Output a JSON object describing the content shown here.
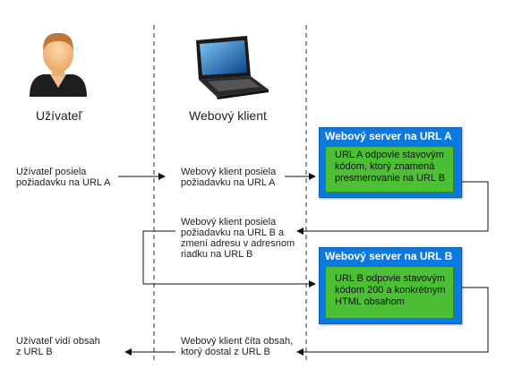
{
  "actors": {
    "user": "Užívateľ",
    "client": "Webový klient"
  },
  "messages": {
    "user_request": [
      "Užívateľ posiela",
      "požiadavku na URL A"
    ],
    "client_request_a": [
      "Webový klient posiela",
      "požiadavku na URL A"
    ],
    "client_request_b": [
      "Webový klient posiela",
      "požiadavku na URL B a",
      "zmení adresu v adresnom",
      "riadku na URL B"
    ],
    "user_sees": [
      "Užívateľ vidí obsah",
      "z URL B"
    ],
    "client_reads": [
      "Webový klient číta obsah,",
      "ktorý dostal z URL B"
    ]
  },
  "server_a": {
    "title": "Webový server na URL A",
    "body": [
      "URL A odpovie stavovým",
      "kódom, ktorý znamená",
      "presmerovanie na URL B"
    ]
  },
  "server_b": {
    "title": "Webový server na URL B",
    "body": [
      "URL B odpovie stavovým",
      "kódom 200 a konkrétnym",
      "HTML obsahom"
    ]
  },
  "icons": [
    "user-avatar-icon",
    "laptop-icon"
  ],
  "colors": {
    "server_header": "#0b79e0",
    "server_body": "#4dbf35",
    "arrow": "#111111"
  }
}
